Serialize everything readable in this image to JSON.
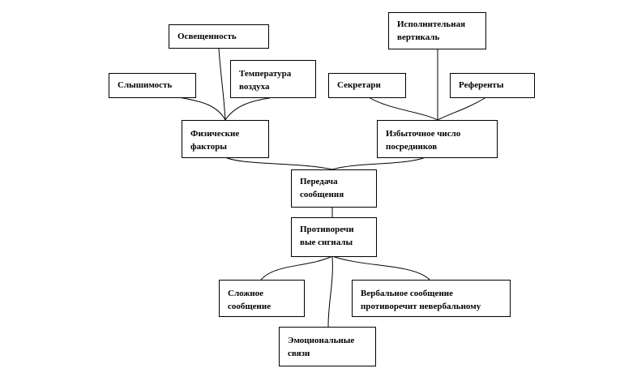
{
  "nodes": {
    "osveshchennost": "Освещенность",
    "slyshimost": "Слышимость",
    "temperatura": "Температура\nвоздуха",
    "ispolnitelnaya": "Исполнительная\nвертикаль",
    "sekretari": "Секретари",
    "referenty": "Референты",
    "fizicheskie": "Физические\nфакторы",
    "izbytochnoe": "Избыточное число\nпосредников",
    "peredacha": "Передача\nсообщения",
    "protivorechivye": "Противоречи\nвые сигналы",
    "slozhnoe": "Сложное\nсообщение",
    "verbalnoe": "Вербальное сообщение\nпротиворечит невербальному",
    "emotsionalnye": "Эмоциональные\nсвязи"
  }
}
